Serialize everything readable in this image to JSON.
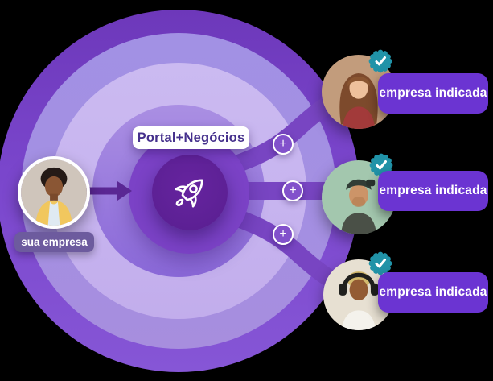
{
  "diagram": {
    "brand_pill": {
      "label": "Portal+Negócios"
    },
    "center_icon": "rocket-icon",
    "source": {
      "label": "sua empresa"
    },
    "referrals": [
      {
        "label": "empresa indicada",
        "badge_icon": "verified-check-icon"
      },
      {
        "label": "empresa indicada",
        "badge_icon": "verified-check-icon"
      },
      {
        "label": "empresa indicada",
        "badge_icon": "verified-check-icon"
      }
    ],
    "connector_plus": "+"
  },
  "palette": {
    "ring_outer": "#7a46cc",
    "ring_2": "#a48fe2",
    "ring_3": "#c7b4ef",
    "ring_4_top": "#aa8fe3",
    "ring_4_bottom": "#8a68d8",
    "ring_5": "#7b42c6",
    "center_circle": "#5c2094",
    "branch": "#7845c2",
    "plus_fill": "#8251cb",
    "referral_pill": "#6b34d2",
    "badge_teal": "#2193a8",
    "brand_text": "#45308c",
    "source_pill": "#6d5b9e",
    "arrow": "#5a2794"
  }
}
